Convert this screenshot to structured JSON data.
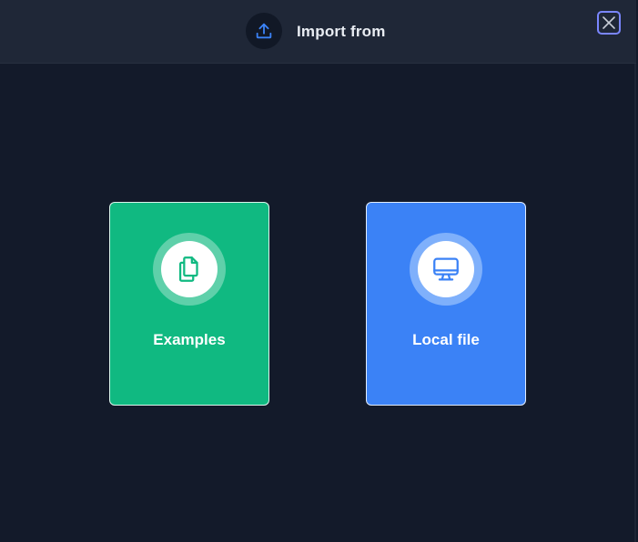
{
  "dialog": {
    "title": "Import from",
    "header_icon": "upload-icon",
    "close_icon": "close-icon"
  },
  "options": [
    {
      "label": "Examples",
      "icon": "files-icon",
      "color": "#10b981"
    },
    {
      "label": "Local file",
      "icon": "monitor-icon",
      "color": "#3b82f6"
    }
  ],
  "colors": {
    "background": "#131a2a",
    "header": "#1f2737",
    "focus_ring": "#7a86ff",
    "icon_accent": "#3b82f6"
  }
}
